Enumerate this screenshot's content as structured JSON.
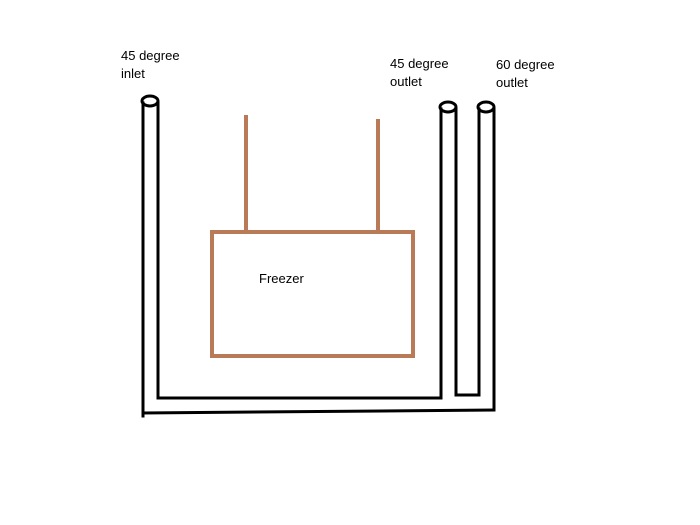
{
  "labels": {
    "inlet_45": {
      "line1": "45 degree",
      "line2": "inlet"
    },
    "outlet_45": {
      "line1": "45 degree",
      "line2": "outlet"
    },
    "outlet_60": {
      "line1": "60 degree",
      "line2": "outlet"
    },
    "freezer": "Freezer"
  },
  "colors": {
    "pipe": "#000000",
    "freezer": "#b97a57",
    "background": "#ffffff"
  }
}
